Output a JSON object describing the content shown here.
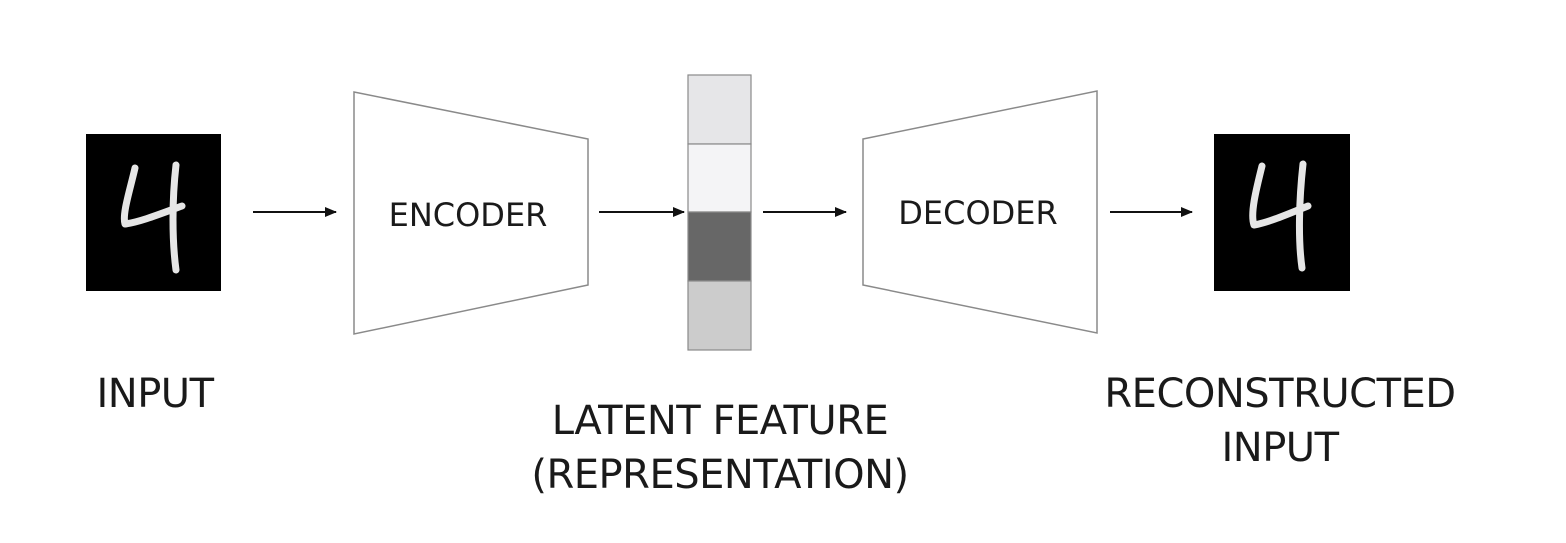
{
  "diagram": {
    "encoder_label": "ENCODER",
    "decoder_label": "DECODER",
    "input_label": "INPUT",
    "latent_label_line1": "LATENT FEATURE",
    "latent_label_line2": "(REPRESENTATION)",
    "reconstructed_label_line1": "RECONSTRUCTED",
    "reconstructed_label_line2": "INPUT",
    "input_digit": "4",
    "output_digit": "4"
  },
  "colors": {
    "image_background": "#000000",
    "digit_stroke": "#e6e6e6",
    "outline": "#8a8a8a",
    "arrow": "#111111",
    "latent_cells": [
      "#e6e6e8",
      "#f4f4f6",
      "#676767",
      "#cccccc"
    ]
  }
}
